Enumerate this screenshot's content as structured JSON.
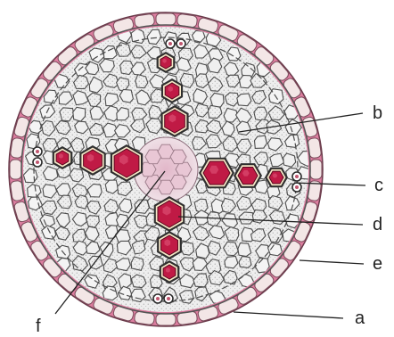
{
  "figure": {
    "labels": {
      "a": "a",
      "b": "b",
      "c": "c",
      "d": "d",
      "e": "e",
      "f": "f"
    }
  },
  "colors": {
    "epidermis_pink": "#d86b92",
    "epidermis_cell": "#f3e6e6",
    "cortex_fill": "#ececec",
    "stipple": "#9a9a9a",
    "cell_wall": "#4d4d4d",
    "xylem_red": "#c01a45",
    "xylem_ring": "#f6e8c8",
    "pith_pink": "#e6c2d2",
    "leader_line": "#222222"
  }
}
